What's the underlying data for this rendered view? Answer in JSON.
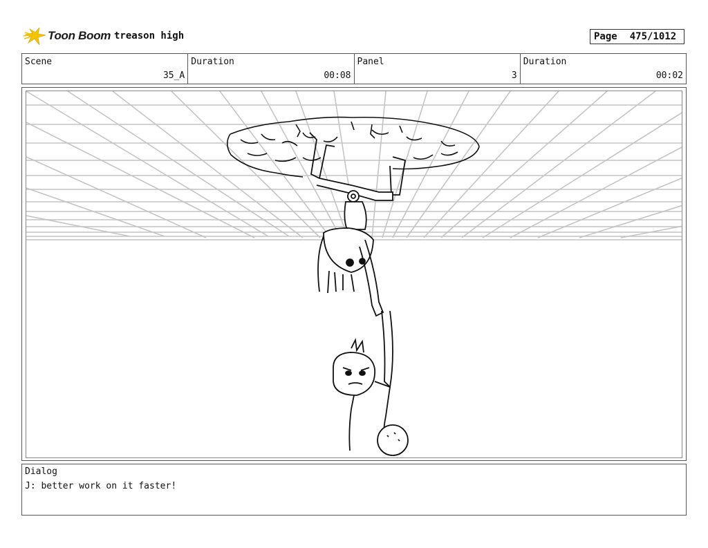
{
  "header": {
    "logo_text": "Toon Boom",
    "project_title": "treason high",
    "page_label": "Page",
    "page_value": "475/1012"
  },
  "info": {
    "scene_label": "Scene",
    "scene_value": "35_A",
    "duration_label": "Duration",
    "duration_value": "00:08",
    "panel_label": "Panel",
    "panel_value": "3",
    "panel_duration_label": "Duration",
    "panel_duration_value": "00:02"
  },
  "dialog": {
    "label": "Dialog",
    "text": "J: better work on it faster!"
  },
  "colors": {
    "line": "#111111",
    "perspective_lines": "#bdbdbd",
    "logo_accent": "#f5c400"
  }
}
